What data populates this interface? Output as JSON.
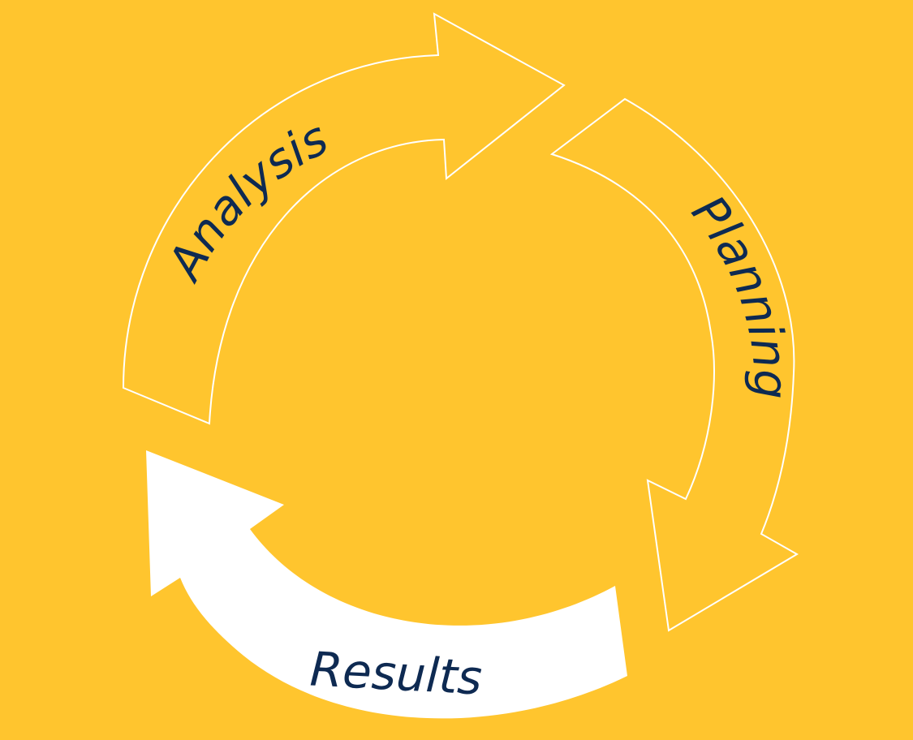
{
  "diagram": {
    "background_color": "#FFC52E",
    "arrow_color": "#FFFFFF",
    "label_color": "#0E2A52",
    "stages": [
      {
        "id": "analysis",
        "label": "Analysis",
        "style": "outline"
      },
      {
        "id": "planning",
        "label": "Planning",
        "style": "outline"
      },
      {
        "id": "results",
        "label": "Results",
        "style": "filled"
      }
    ]
  }
}
